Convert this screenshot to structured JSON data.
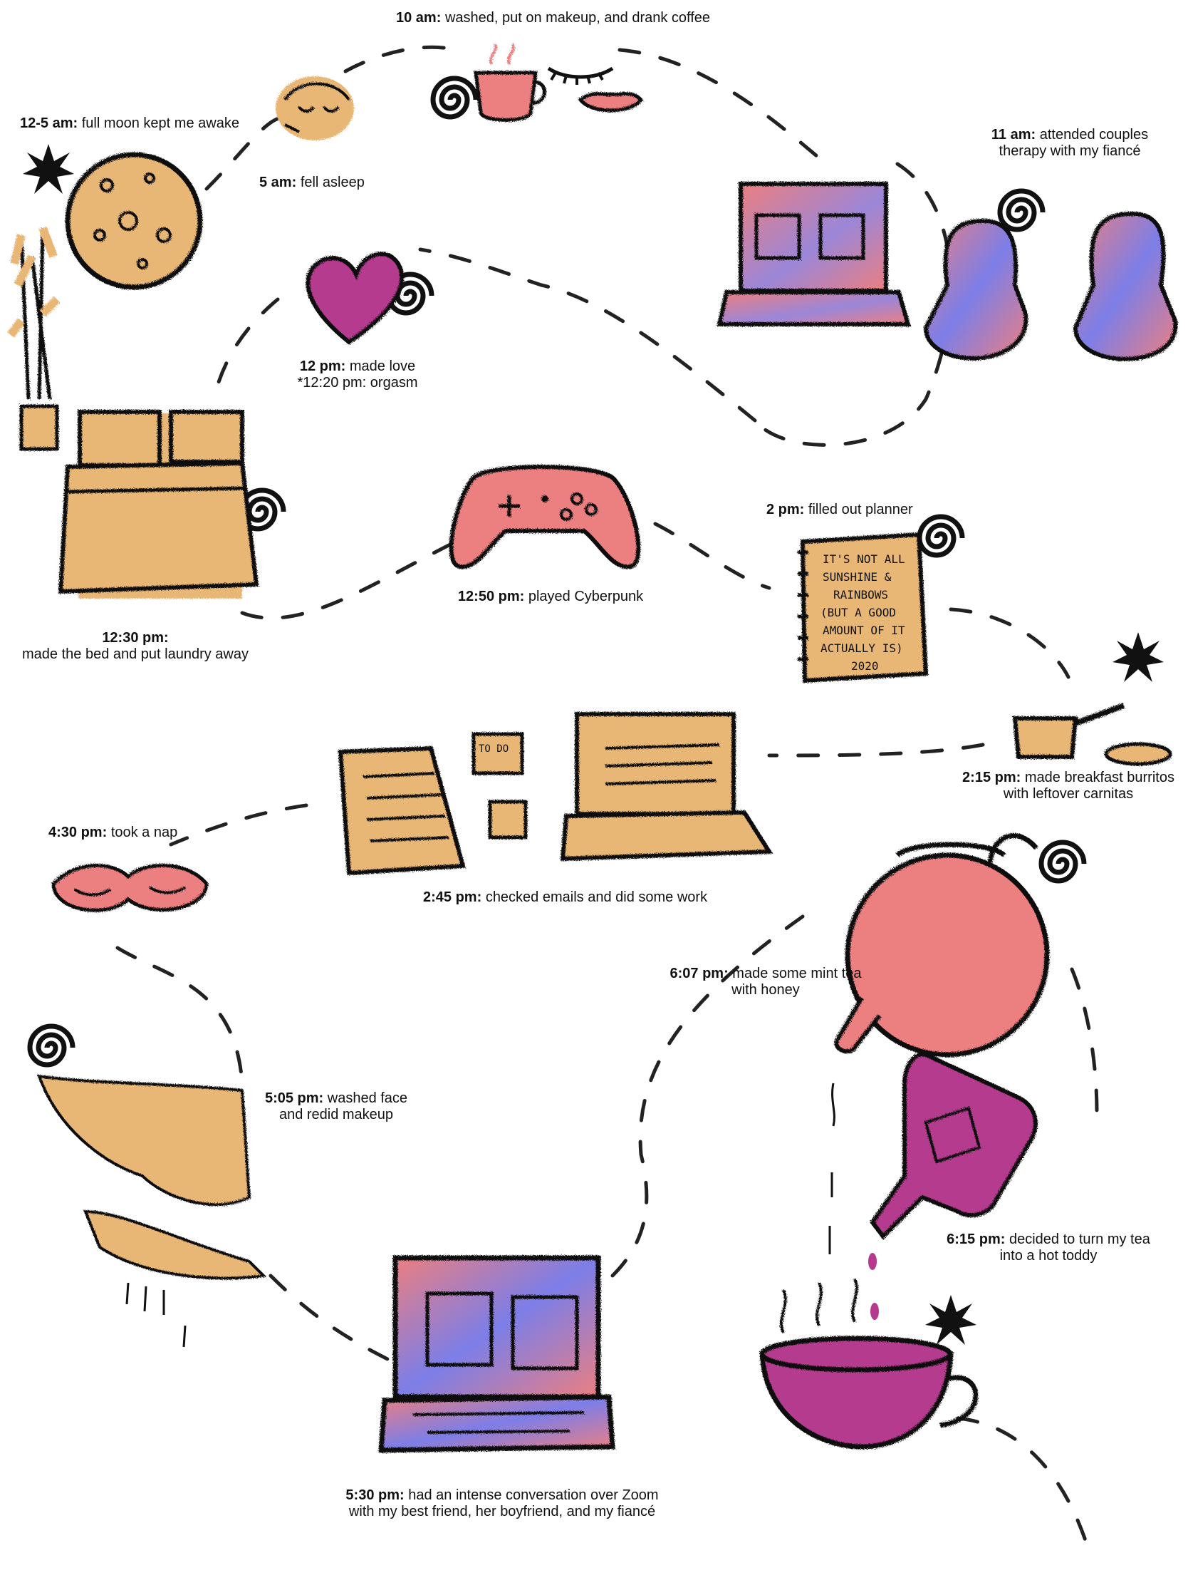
{
  "colors": {
    "tan": "#e9b774",
    "pink": "#ec7f80",
    "purple": "#b53a8e",
    "blue": "#7c7ee8",
    "ink": "#111111"
  },
  "events": [
    {
      "id": "moon",
      "time": "12-5 am:",
      "text": "full moon kept me awake",
      "icon": "moon-icon"
    },
    {
      "id": "asleep",
      "time": "5 am:",
      "text": "fell asleep",
      "icon": "sleeping-face-icon"
    },
    {
      "id": "coffee",
      "time": "10 am:",
      "text": "washed, put on makeup, and drank coffee",
      "icon": "coffee-cup-icon"
    },
    {
      "id": "therapy",
      "time": "11 am:",
      "line1": "attended couples",
      "line2": "therapy with my fiancé",
      "icon": "video-call-laptop-icon"
    },
    {
      "id": "love",
      "time": "12 pm:",
      "line1": "made love",
      "line2": "*12:20 pm: orgasm",
      "icon": "heart-icon"
    },
    {
      "id": "bed",
      "time": "12:30 pm:",
      "line2": "made the bed and put laundry away",
      "icon": "bed-icon"
    },
    {
      "id": "game",
      "time": "12:50 pm:",
      "text": "played Cyberpunk",
      "icon": "game-controller-icon"
    },
    {
      "id": "planner",
      "time": "2 pm:",
      "text": "filled out planner",
      "icon": "planner-icon"
    },
    {
      "id": "burritos",
      "time": "2:15 pm:",
      "line1": "made breakfast burritos",
      "line2": "with leftover carnitas",
      "icon": "frying-pan-icon"
    },
    {
      "id": "work",
      "time": "2:45 pm:",
      "text": "checked emails and did some work",
      "icon": "laptop-icon"
    },
    {
      "id": "nap",
      "time": "4:30 pm:",
      "text": "took a nap",
      "icon": "sleep-mask-icon"
    },
    {
      "id": "tea",
      "time": "6:07 pm:",
      "line1": "made some mint tea",
      "line2": "with honey",
      "icon": "teapot-icon"
    },
    {
      "id": "face",
      "time": "5:05 pm:",
      "line1": "washed face",
      "line2": "and redid makeup",
      "icon": "washing-hands-icon"
    },
    {
      "id": "toddy",
      "time": "6:15 pm:",
      "line1": "decided to turn my tea",
      "line2": "into a hot toddy",
      "icon": "liquor-bottle-icon"
    },
    {
      "id": "zoom",
      "time": "5:30 pm:",
      "line1": "had an intense conversation over Zoom",
      "line2": "with my best friend, her boyfriend, and my fiancé",
      "icon": "zoom-laptop-icon"
    }
  ],
  "planner_note": {
    "lines": [
      "IT'S NOT ALL",
      "SUNSHINE &",
      "RAINBOWS",
      "(BUT A GOOD",
      "AMOUNT OF IT",
      "ACTUALLY IS)",
      "2020"
    ]
  },
  "todo_note": "TO DO"
}
